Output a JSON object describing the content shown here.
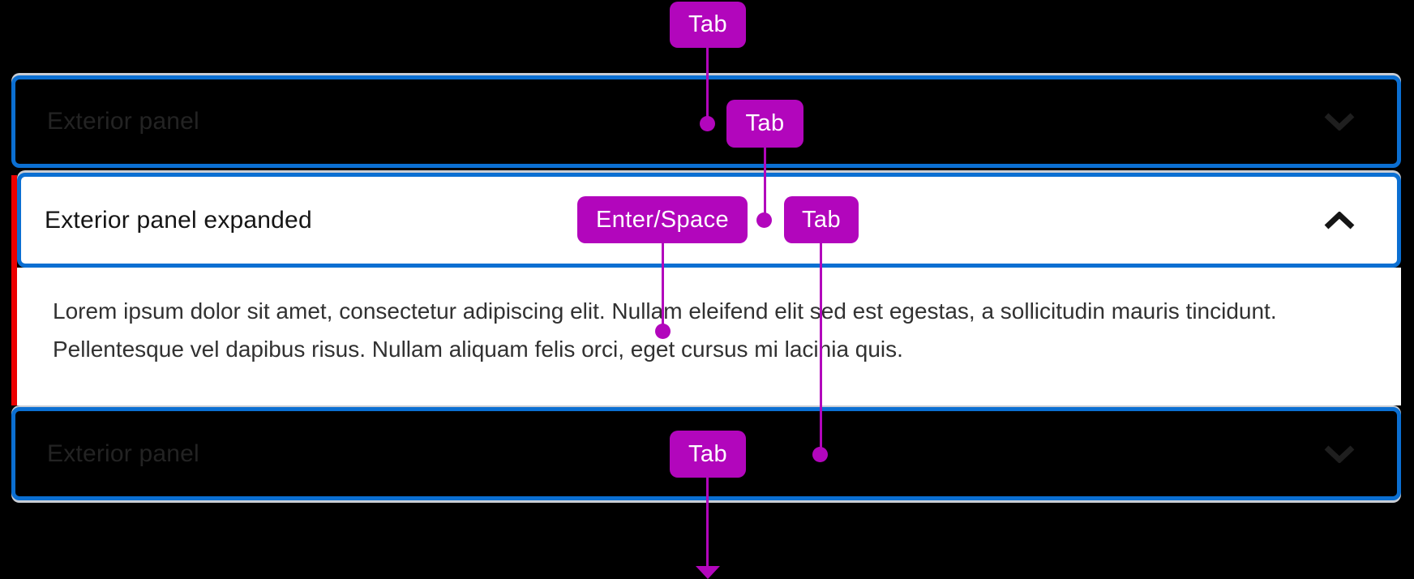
{
  "colors": {
    "background": "#000000",
    "badge": "#B206BC",
    "focus_ring": "#0B6FD2",
    "expanded_accent": "#EC0000",
    "divider": "#C9CDD4",
    "panel_background": "#FFFFFF",
    "collapsed_label_text": "#232323",
    "expanded_label_text": "#151515",
    "body_text": "#313131"
  },
  "accordion": {
    "items": [
      {
        "label": "Exterior panel",
        "state": "collapsed",
        "chevron": "chevron-down"
      },
      {
        "label": "Exterior panel expanded",
        "state": "expanded",
        "chevron": "chevron-up",
        "content": "Lorem ipsum dolor sit amet, consectetur adipiscing elit. Nullam eleifend elit sed est egestas, a sollicitudin mauris tincidunt. Pellentesque vel dapibus risus. Nullam aliquam felis orci, eget cursus mi lacinia quis."
      },
      {
        "label": "Exterior panel",
        "state": "collapsed",
        "chevron": "chevron-down"
      }
    ]
  },
  "annotations": {
    "badges": [
      {
        "id": "tab-1",
        "label": "Tab"
      },
      {
        "id": "tab-2",
        "label": "Tab"
      },
      {
        "id": "enter-space",
        "label": "Enter/Space"
      },
      {
        "id": "tab-3",
        "label": "Tab"
      },
      {
        "id": "tab-4",
        "label": "Tab"
      }
    ]
  }
}
